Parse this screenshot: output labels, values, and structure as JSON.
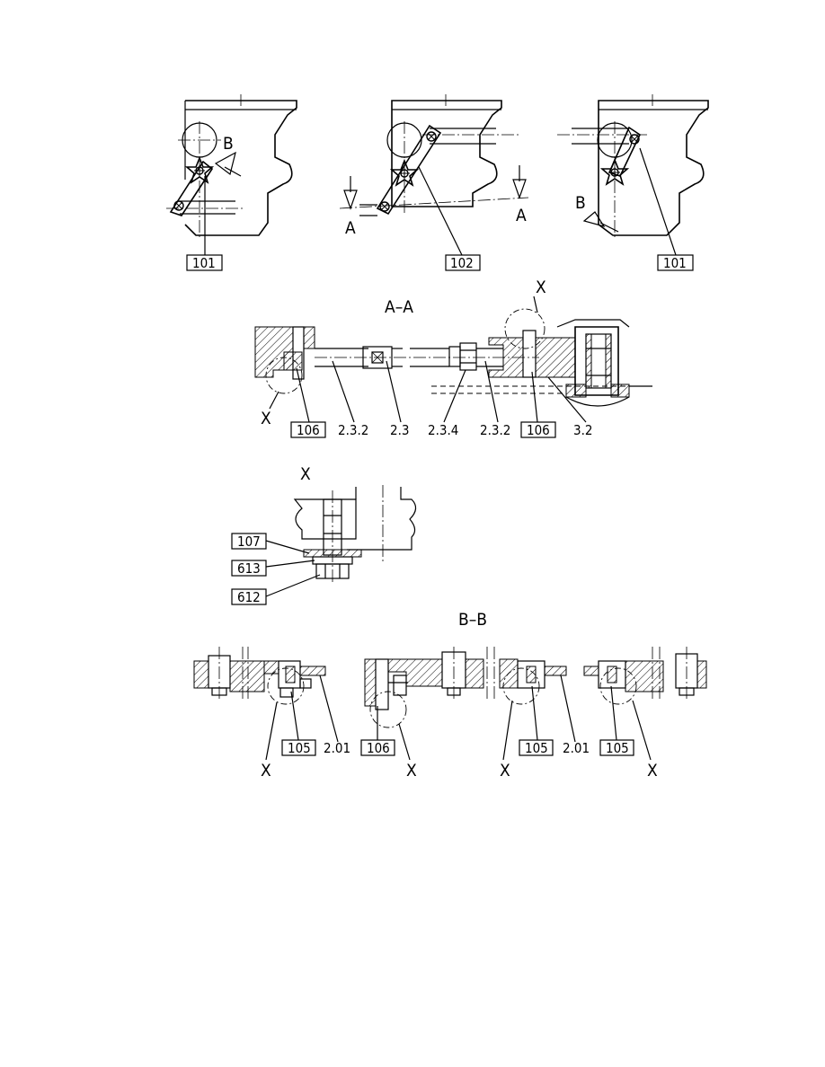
{
  "views": {
    "top": {
      "left": {
        "ref": "101",
        "section_mark": "B"
      },
      "middle": {
        "ref": "102",
        "section_mark_left": "A",
        "section_mark_right": "A"
      },
      "right": {
        "ref": "101",
        "section_mark": "B"
      }
    },
    "section_aa": {
      "title": "A–A",
      "detail_marks": [
        "X",
        "X"
      ],
      "refs": [
        "106",
        "2.3.2",
        "2.3",
        "2.3.4",
        "2.3.2",
        "106",
        "3.2"
      ]
    },
    "detail_x": {
      "title": "X",
      "refs": [
        "107",
        "613",
        "612"
      ]
    },
    "section_bb": {
      "title": "B–B",
      "refs": [
        "105",
        "2.01",
        "106",
        "105",
        "2.01",
        "105"
      ],
      "detail_marks": [
        "X",
        "X",
        "X",
        "X"
      ]
    }
  }
}
